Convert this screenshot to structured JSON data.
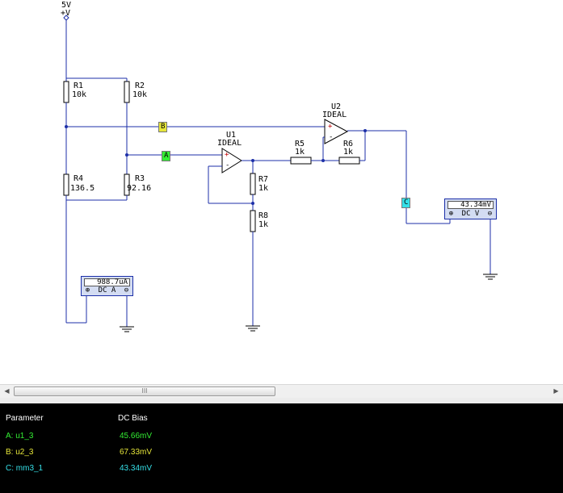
{
  "colors": {
    "wire": "#1c2fa8",
    "probe_a": "#33ee33",
    "probe_b": "#e6e63a",
    "probe_c": "#35e0e8",
    "meter_fill": "#d3dcf2",
    "panel_bg": "#000000"
  },
  "schematic": {
    "supply": {
      "name": "5V",
      "label": "+V"
    },
    "resistors": [
      {
        "ref": "R1",
        "value": "10k"
      },
      {
        "ref": "R2",
        "value": "10k"
      },
      {
        "ref": "R4",
        "value": "136.5"
      },
      {
        "ref": "R3",
        "value": "92.16"
      },
      {
        "ref": "R5",
        "value": "1k"
      },
      {
        "ref": "R6",
        "value": "1k"
      },
      {
        "ref": "R7",
        "value": "1k"
      },
      {
        "ref": "R8",
        "value": "1k"
      }
    ],
    "opamps": [
      {
        "ref": "U1",
        "model": "IDEAL",
        "plus": "+",
        "minus": "-"
      },
      {
        "ref": "U2",
        "model": "IDEAL",
        "plus": "+",
        "minus": "-"
      }
    ],
    "probes": [
      {
        "id": "A"
      },
      {
        "id": "B"
      },
      {
        "id": "C"
      }
    ],
    "meters": [
      {
        "reading": "988.7uA",
        "mode": "DC  A",
        "plus": "⊕",
        "minus": "⊖"
      },
      {
        "reading": "43.34mV",
        "mode": "DC  V",
        "plus": "⊕",
        "minus": "⊖"
      }
    ]
  },
  "scrollbar": {
    "grip": "III",
    "left_arrow": "◀",
    "right_arrow": "▶"
  },
  "probe_table": {
    "headers": {
      "parameter": "Parameter",
      "dc_bias": "DC Bias"
    },
    "rows": [
      {
        "parameter": "A: u1_3",
        "value": "45.66mV"
      },
      {
        "parameter": "B: u2_3",
        "value": "67.33mV"
      },
      {
        "parameter": "C: mm3_1",
        "value": "43.34mV"
      }
    ]
  }
}
